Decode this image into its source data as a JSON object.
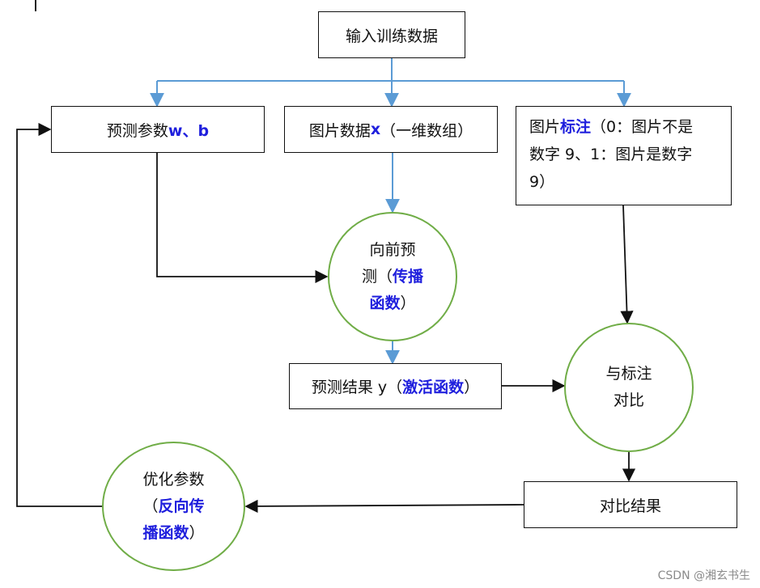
{
  "diagram": {
    "input_box": {
      "text": "输入训练数据"
    },
    "params_box": {
      "text": "预测参数 ",
      "highlight": "w、b"
    },
    "image_box": {
      "pre": "图片数据 ",
      "highlight": "x",
      "post": "（一维数组）"
    },
    "label_box": {
      "pre": "图片",
      "highlight": "标注",
      "post": "（0：图片不是",
      "line2": "数字 9、1：图片是数字",
      "line3": "9）"
    },
    "forward_circle": {
      "line1": "向前预",
      "line2_pre": "测（",
      "line2_hl": "传播",
      "line3_hl": "函数",
      "line3_post": "）"
    },
    "result_box": {
      "pre": "预测结果 y（",
      "highlight": "激活函数",
      "post": "）"
    },
    "compare_circle": {
      "line1": "与标注",
      "line2": "对比"
    },
    "compare_result_box": {
      "text": "对比结果"
    },
    "optimize_circle": {
      "line1": "优化参数",
      "line2_pre": "（",
      "line2_hl": "反向传",
      "line3_hl": "播函数",
      "line3_post": "）"
    }
  },
  "colors": {
    "blue_arrow": "#5b9bd5",
    "black_arrow": "#111111",
    "circle_border": "#70ad47",
    "highlight_text": "#1f1fdd"
  },
  "watermark": "CSDN @湘玄书生"
}
